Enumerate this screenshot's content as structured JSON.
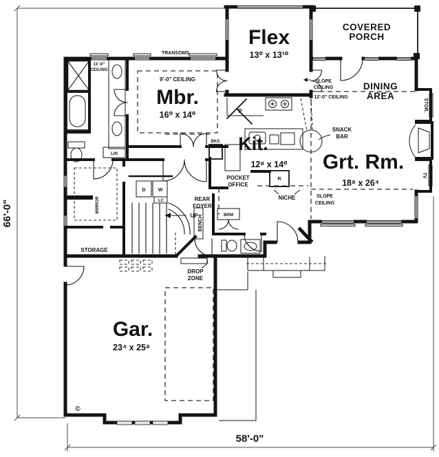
{
  "dimensions": {
    "width": "58'-0\"",
    "height": "66'-0\""
  },
  "rooms": {
    "mbr": {
      "name": "Mbr.",
      "dims": "16⁰ x 14⁰",
      "ceiling": "9'-0\" CEILING"
    },
    "flex": {
      "name": "Flex",
      "dims": "13⁰ x 13¹⁰"
    },
    "kitchen": {
      "name": "Kit.",
      "dims": "12⁸ x 14⁰"
    },
    "great_room": {
      "name": "Grt. Rm.",
      "dims": "18⁸ x 26⁴"
    },
    "garage": {
      "name": "Gar.",
      "dims": "23⁴ x 25⁸"
    },
    "covered_porch": [
      "COVERED",
      "PORCH"
    ],
    "dining": [
      "DINING",
      "AREA"
    ]
  },
  "labels": {
    "transoms": "TRANSOMS",
    "ceiling_11": [
      "11'-0\"",
      "CEILING"
    ],
    "ceiling_12": "12'-0\" CEILING",
    "slope_ceiling": [
      "SLOPE",
      "CEILING"
    ],
    "snack_bar": [
      "SNACK",
      "BAR"
    ],
    "pocket_office": [
      "POCKET",
      "OFFICE"
    ],
    "rear_foyer": [
      "REAR",
      "FOYER"
    ],
    "drop_zone": [
      "DROP",
      "ZONE"
    ],
    "niche": "NICHE",
    "storage": "STORAGE",
    "mirror": "MIRROR",
    "bench": "BENCH",
    "stor": "STOR.",
    "tv": "TV",
    "bks": "BKS",
    "brm": "BRM",
    "lin": "LIN",
    "pantry": "P",
    "fridge": "R",
    "dryer": "D",
    "washer": "W",
    "lc": "LC",
    "up": "UP",
    "copyright": "©"
  }
}
